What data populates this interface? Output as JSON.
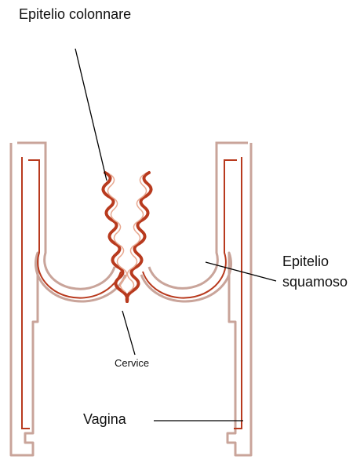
{
  "labels": {
    "epitelio_colonnare": "Epitelio colonnare",
    "epitelio_squamoso_line1": "Epitelio",
    "epitelio_squamoso_line2": "squamoso",
    "cervice": "Cervice",
    "vagina": "Vagina"
  },
  "colors": {
    "outline": "#c9a49a",
    "mucosa": "#b83a1e",
    "leader": "#000000",
    "background": "#ffffff"
  }
}
